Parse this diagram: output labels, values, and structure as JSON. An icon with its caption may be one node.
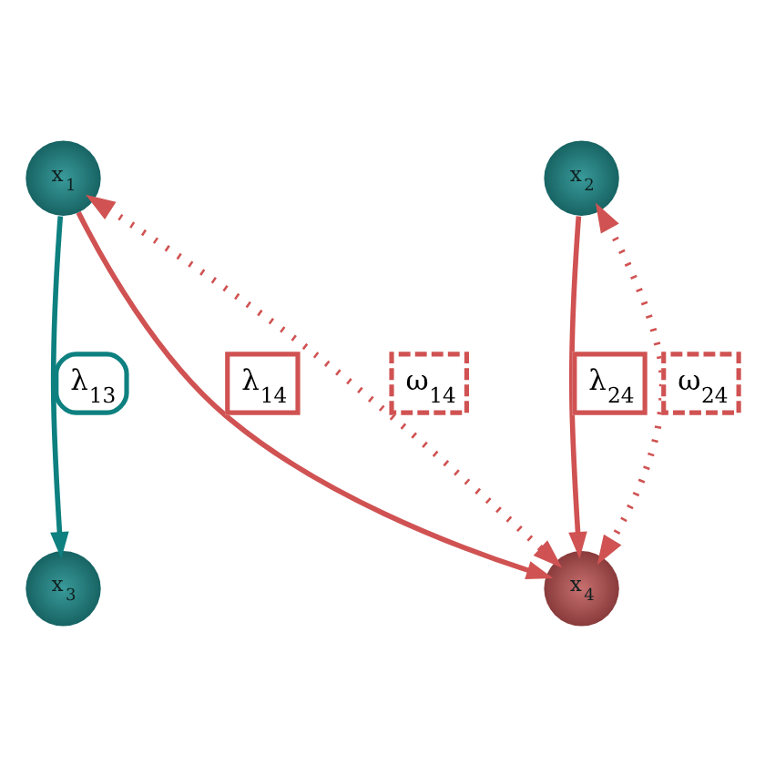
{
  "diagram": {
    "nodes": [
      {
        "text": [
          "x$_{1}$"
        ]
      },
      {
        "text": [
          "x$_{2}$"
        ]
      },
      {
        "text": [
          "x$_{3}$"
        ]
      },
      {
        "text": [
          "x$_{4}$"
        ]
      }
    ],
    "edges": [
      {
        "from": 0,
        "to": 2,
        "arrow": "to",
        "label": "λ$_{13}$",
        "color": "#0e8080"
      },
      {
        "from": 0,
        "to": 3,
        "arrow": "to",
        "label": "λ$_{14}$"
      },
      {
        "from": 0,
        "to": 3,
        "arrow": "both",
        "label": "ω$_{14}$",
        "style": "dashed"
      },
      {
        "from": 1,
        "to": 3,
        "arrow": "to",
        "label": "λ$_{24}$"
      },
      {
        "from": 1,
        "to": 3,
        "arrow": "both",
        "label": "ω$_{24}$",
        "style": "dashed"
      }
    ]
  }
}
